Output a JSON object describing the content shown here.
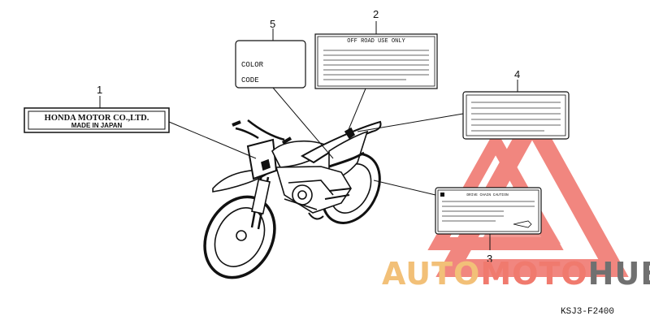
{
  "labels": {
    "l1": {
      "number": "1",
      "line1": "HONDA MOTOR CO.,LTD.",
      "line2": "MADE IN JAPAN"
    },
    "l2": {
      "number": "2",
      "title": "OFF ROAD USE ONLY"
    },
    "l3": {
      "number": "3",
      "title": "DRIVE CHAIN CAUTION"
    },
    "l4": {
      "number": "4"
    },
    "l5": {
      "number": "5",
      "line1": "COLOR",
      "line2": "CODE"
    }
  },
  "watermark": {
    "part1": "AUTO",
    "part2": "MOTO",
    "part3": "HUB",
    "color1": "#f2c078",
    "color2": "#f07a6e",
    "color3": "#707070",
    "logo_color": "#f07a72"
  },
  "diagram_code": "KSJ3-F2400"
}
